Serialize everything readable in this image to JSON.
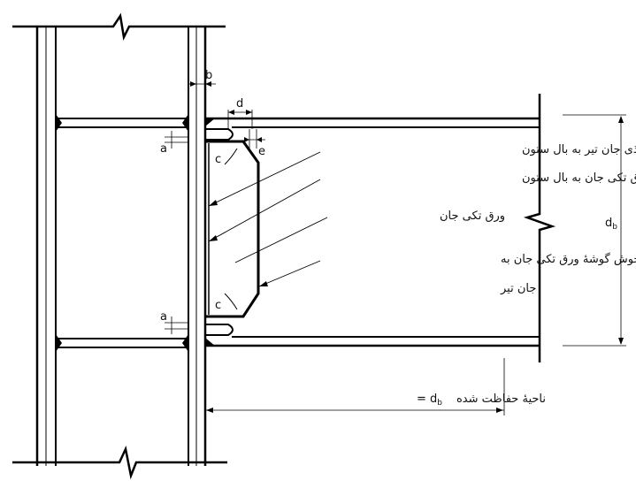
{
  "labels": {
    "b": "b",
    "d": "d",
    "e": "e",
    "a_top": "a",
    "a_bottom": "a",
    "c_top": "c",
    "c_bottom": "c",
    "db_right": "d",
    "db_right_sub": "b",
    "cjp_weld": "جوش نفوذی جان تیر به بال ستون",
    "plate_to_flange_weld": "جوش ورق تکی جان به بال ستون",
    "single_plate": "ورق تکی جان",
    "fillet_weld_line1": "جوش گوشهٔ ورق تکی جان به",
    "fillet_weld_line2": "جان تیر",
    "protected_zone_text": "ناحیهٔ حفاظت شده",
    "protected_zone_eq": "= d",
    "protected_zone_sub": "b"
  },
  "colors": {
    "line": "#000000",
    "background": "#ffffff"
  }
}
